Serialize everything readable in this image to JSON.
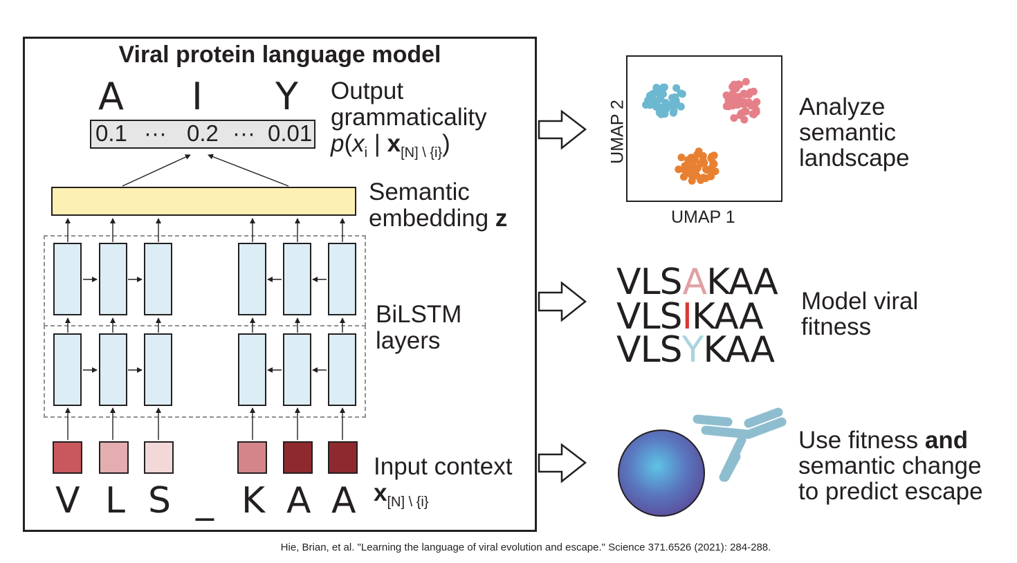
{
  "model": {
    "title": "Viral protein language model",
    "output_letters": [
      "A",
      "I",
      "Y"
    ],
    "probabilities": [
      "0.1",
      "···",
      "0.2",
      "···",
      "0.01"
    ],
    "output_label": {
      "line1": "Output",
      "line2": "grammaticality",
      "formula": {
        "p": "p",
        "open": "(",
        "x": "x",
        "sub_i": "i",
        "bar": " | ",
        "bold_x": "x",
        "sub_ctx": "[N] \\ {i}",
        "close": ")"
      }
    },
    "embedding_label": {
      "line1": "Semantic",
      "line2": "embedding ",
      "bold": "z"
    },
    "bilstm_label": {
      "line1": "BiLSTM",
      "line2": "layers"
    },
    "input_label": {
      "line1": "Input context",
      "bold_x": "x",
      "sub_ctx": "[N] \\ {i}"
    },
    "input_sequence": [
      "V",
      "L",
      "S",
      "_",
      "K",
      "A",
      "A"
    ],
    "context_colors": [
      "#c9585e",
      "#e4aeb1",
      "#f2d8d9",
      "#d3858a",
      "#8e2a2f",
      "#8e2a2f"
    ]
  },
  "outputs": {
    "semantic": {
      "lines": [
        "Analyze",
        "semantic",
        "landscape"
      ],
      "xlabel": "UMAP 1",
      "ylabel": "UMAP 2",
      "cluster_colors": {
        "blue": "#6cb8d0",
        "pink": "#e58088",
        "orange": "#e88032"
      }
    },
    "fitness": {
      "lines": [
        "Model viral",
        "fitness"
      ],
      "rows": [
        {
          "prefix": "VLS",
          "mut": "A",
          "suffix": "KAA",
          "mut_color": "#e0a1a3"
        },
        {
          "prefix": "VLS",
          "mut": "I",
          "suffix": "KAA",
          "mut_color": "#d73a35"
        },
        {
          "prefix": "VLS",
          "mut": "Y",
          "suffix": "KAA",
          "mut_color": "#a9d4df"
        }
      ]
    },
    "escape": {
      "line1_plain": "Use fitness ",
      "line1_bold": "and",
      "line2": "semantic change",
      "line3": "to predict escape"
    }
  },
  "citation": "Hie, Brian, et al. \"Learning the language of viral evolution and escape.\" Science 371.6526 (2021): 284-288."
}
